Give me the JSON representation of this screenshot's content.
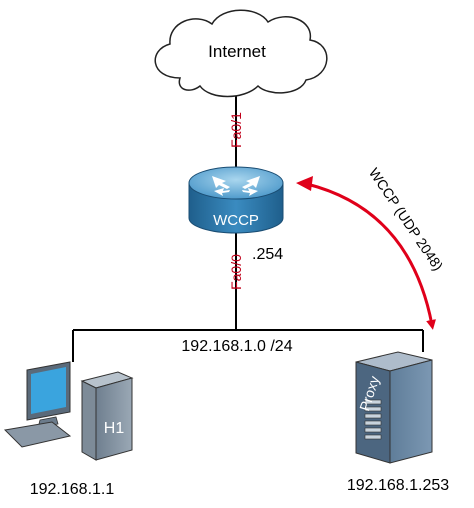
{
  "internet": {
    "label": "Internet"
  },
  "router": {
    "label": "WCCP",
    "ip_suffix": ".254"
  },
  "interfaces": {
    "upstream": "Fa0/1",
    "downstream": "Fa0/0"
  },
  "network": {
    "subnet": "192.168.1.0 /24"
  },
  "host": {
    "name": "H1",
    "ip": "192.168.1.1"
  },
  "proxy": {
    "name": "Proxy",
    "ip": "192.168.1.253"
  },
  "wccp_link": {
    "label": "WCCP (UDP 2048)"
  },
  "colors": {
    "interface_text": "#c0001a",
    "arrow": "#e0001a",
    "router_body": "#2f7fb5",
    "router_top": "#7ab8db",
    "line": "#000000"
  }
}
